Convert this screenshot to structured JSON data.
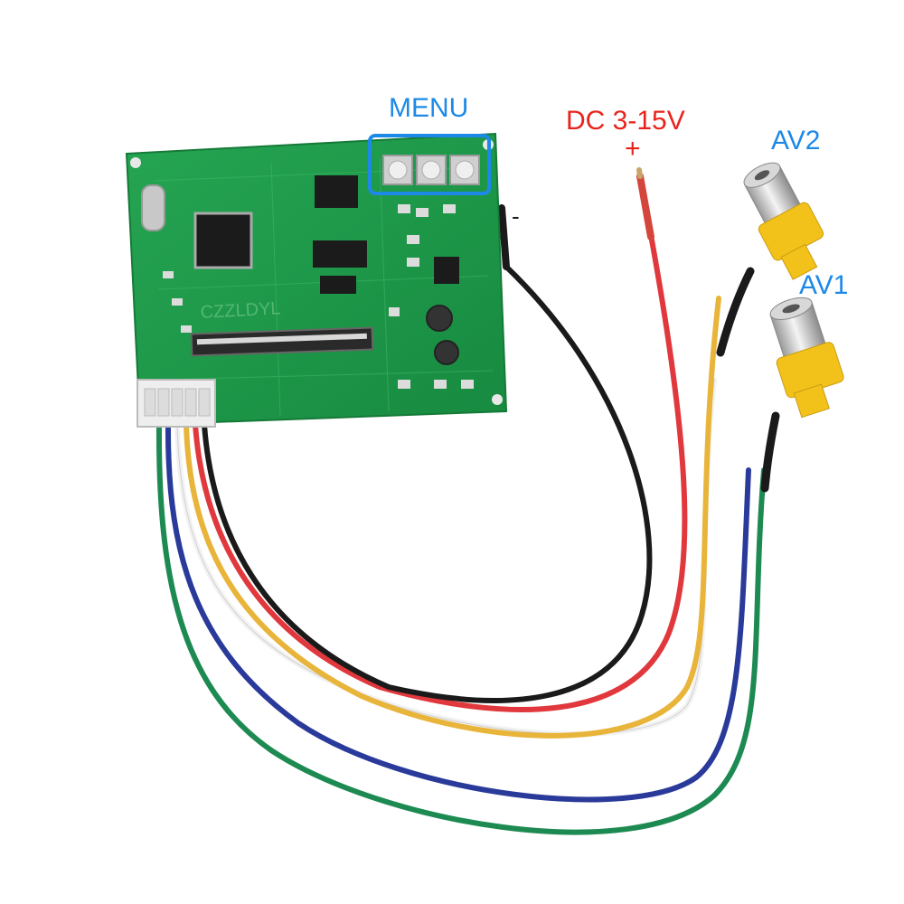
{
  "labels": {
    "menu": "MENU",
    "dc_supply": "DC 3-15V",
    "plus": "+",
    "minus": "-",
    "av2": "AV2",
    "av1": "AV1"
  },
  "board_marking": "CZZLDYL",
  "colors": {
    "menu_label": "#1c89e8",
    "av_labels": "#1c89e8",
    "dc_label": "#e8231d",
    "pcb": "#1f9a4a",
    "wire_red": "#e0383c",
    "wire_black": "#1a1a1a",
    "wire_yellow": "#e8b43a",
    "wire_white": "#f2f2f2",
    "wire_green": "#1d8a52",
    "wire_blue": "#2a3a9a",
    "rca_yellow": "#f2c21a"
  },
  "icons": [
    "pcb-board",
    "push-button-icon",
    "rca-connector-icon",
    "ribbon-connector-icon",
    "wire-harness"
  ]
}
